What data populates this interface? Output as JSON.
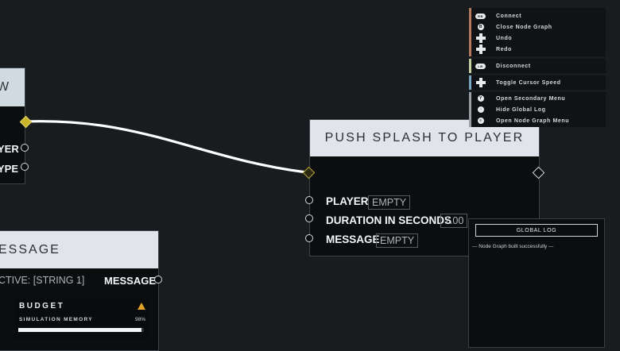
{
  "node_left_top": {
    "title": "W",
    "rows": [
      "YER",
      "YPE"
    ]
  },
  "node_push": {
    "title": "PUSH SPLASH TO PLAYER",
    "fields": [
      {
        "label": "PLAYER",
        "value": "EMPTY"
      },
      {
        "label": "DURATION IN SECONDS",
        "value": "7.00"
      },
      {
        "label": "MESSAGE",
        "value": "EMPTY"
      }
    ]
  },
  "node_message": {
    "title": "ESSAGE",
    "input_value": "CTIVE: [STRING 1]",
    "output_label": "MESSAGE"
  },
  "budget": {
    "title": "BUDGET",
    "metric_label": "SIMULATION MEMORY",
    "metric_value": "98%",
    "fill_fraction": 0.98,
    "warning_color": "#e2a329"
  },
  "legend": {
    "groups": [
      {
        "color": "#b47a5e",
        "items": [
          {
            "button": "RB",
            "icon": "button-rb-icon",
            "label": "Connect"
          },
          {
            "button": "B",
            "icon": "button-b-icon",
            "label": "Close Node Graph"
          },
          {
            "button": "",
            "icon": "dpad-icon",
            "label": "Undo"
          },
          {
            "button": "",
            "icon": "dpad-icon",
            "label": "Redo"
          }
        ]
      },
      {
        "color": "#c7d1a1",
        "items": [
          {
            "button": "LB",
            "icon": "button-lb-icon",
            "label": "Disconnect"
          }
        ]
      },
      {
        "color": "#7aa9c4",
        "items": [
          {
            "button": "",
            "icon": "dpad-icon",
            "label": "Toggle Cursor Speed"
          }
        ]
      },
      {
        "color": "#9aa0a6",
        "items": [
          {
            "button": "Y",
            "icon": "button-y-icon",
            "label": "Open Secondary Menu"
          },
          {
            "button": "",
            "icon": "button-view-icon",
            "label": "Hide Global Log"
          },
          {
            "button": "",
            "icon": "button-menu-icon",
            "label": "Open Node Graph Menu"
          }
        ]
      }
    ]
  },
  "global_log": {
    "title": "GLOBAL LOG",
    "entries": [
      "--- Node Graph built successfully ---"
    ]
  },
  "colors": {
    "background": "#191c1f",
    "wire": "#ffffff",
    "header": "#cfdbe0",
    "active_port": "#c8b52c"
  }
}
